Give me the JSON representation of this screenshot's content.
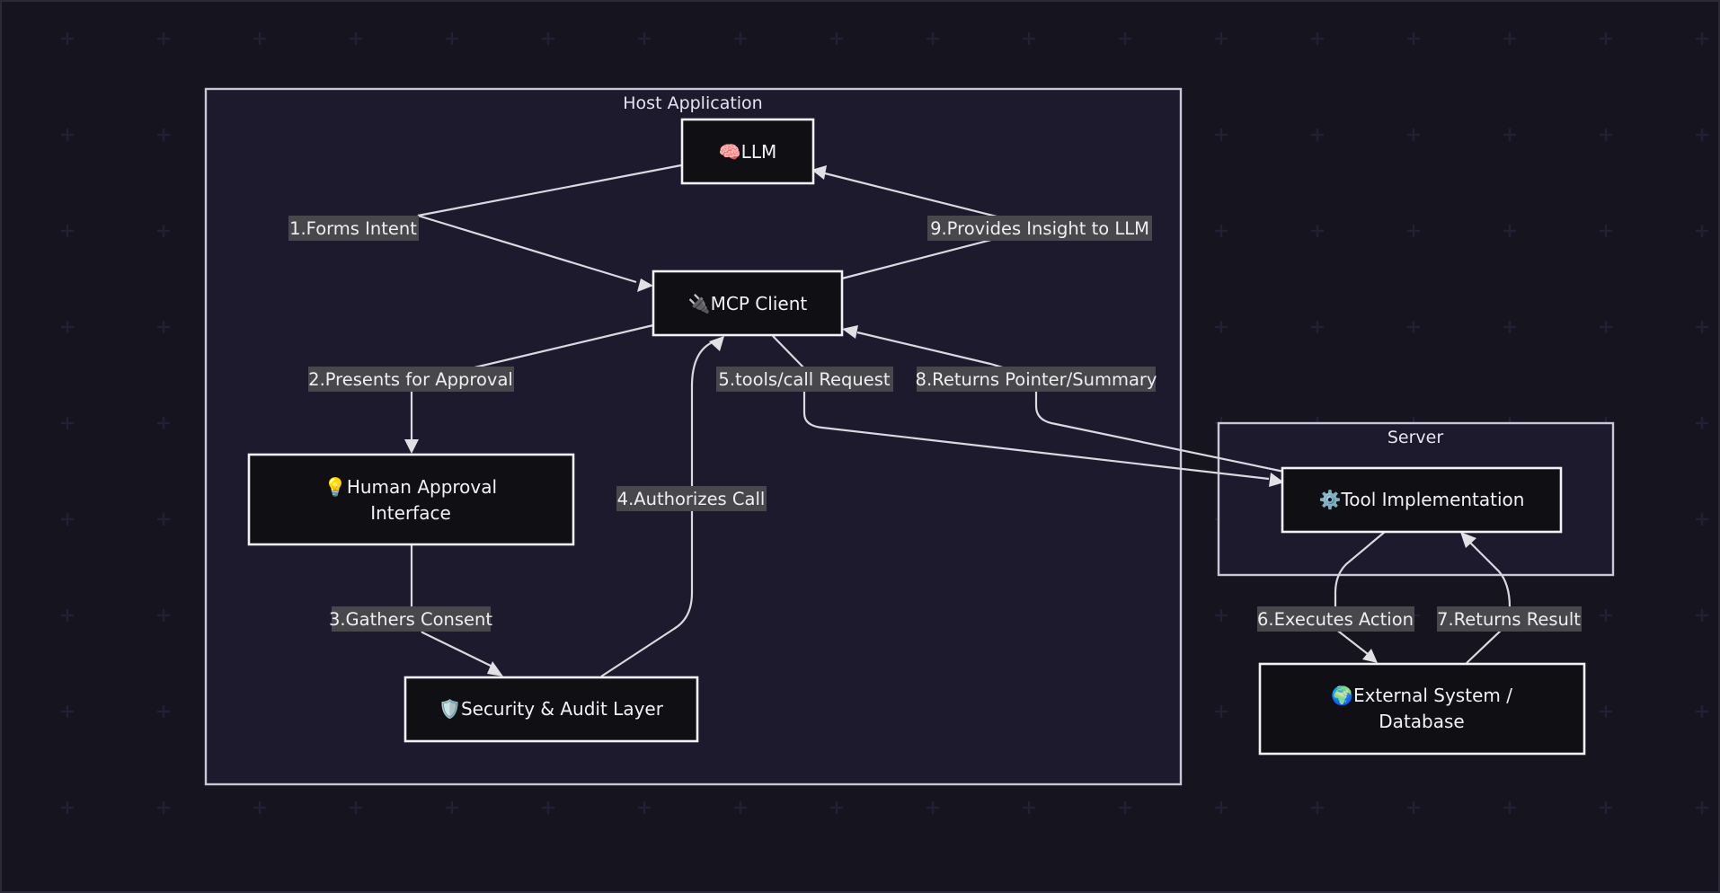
{
  "groups": {
    "host": {
      "title": "Host Application"
    },
    "server": {
      "title": "Server"
    }
  },
  "nodes": {
    "llm": {
      "icon": "🧠",
      "label": "LLM"
    },
    "mcp_client": {
      "icon": "🔌",
      "label": "MCP Client"
    },
    "human_approval": {
      "icon": "💡",
      "lines": [
        "Human Approval",
        "Interface"
      ]
    },
    "security": {
      "icon": "🛡️",
      "label": "Security & Audit Layer"
    },
    "tool": {
      "icon": "⚙️",
      "label": "Tool Implementation"
    },
    "external": {
      "icon": "🌍",
      "lines": [
        "External System /",
        "Database"
      ]
    }
  },
  "edges": {
    "e1": "1.Forms Intent",
    "e2": "2.Presents for Approval",
    "e3": "3.Gathers Consent",
    "e4": "4.Authorizes Call",
    "e5": "5.tools/call Request",
    "e6": "6.Executes Action",
    "e7": "7.Returns Result",
    "e8": "8.Returns Pointer/Summary",
    "e9": "9.Provides Insight to LLM"
  },
  "colors": {
    "background": "#16141f",
    "group_fill": "#1d1a2e",
    "node_fill": "#101014",
    "edge": "#d9d9de",
    "label_bg": "#48484c"
  }
}
